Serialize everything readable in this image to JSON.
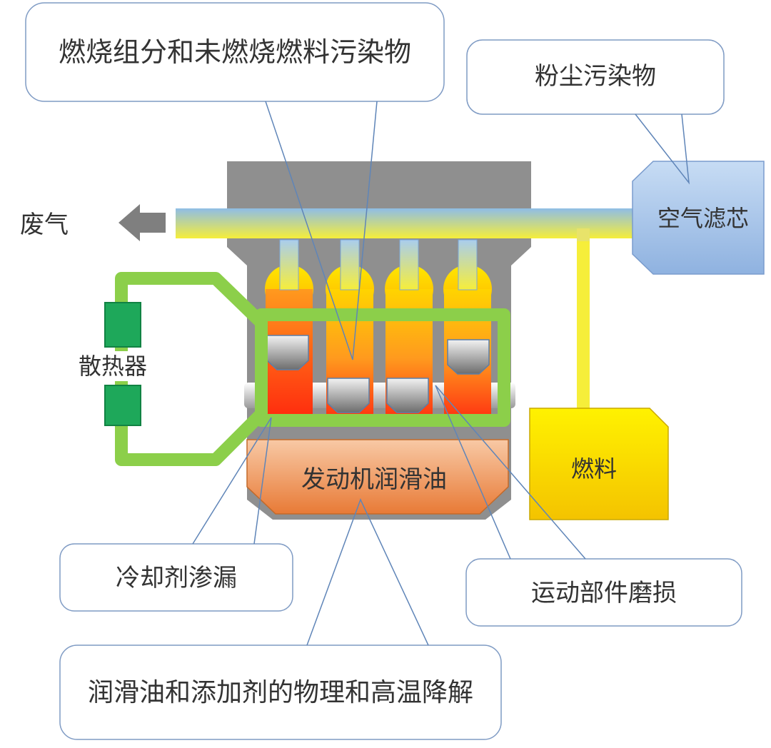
{
  "labels": {
    "combustion": "燃烧组分和未燃烧燃料污染物",
    "dust": "粉尘污染物",
    "exhaust": "废气",
    "air_filter": "空气滤芯",
    "radiator": "散热器",
    "fuel": "燃料",
    "engine_oil": "发动机润滑油",
    "coolant_leak": "冷却剂渗漏",
    "wear": "运动部件磨损",
    "degradation": "润滑油和添加剂的物理和高温降解"
  }
}
